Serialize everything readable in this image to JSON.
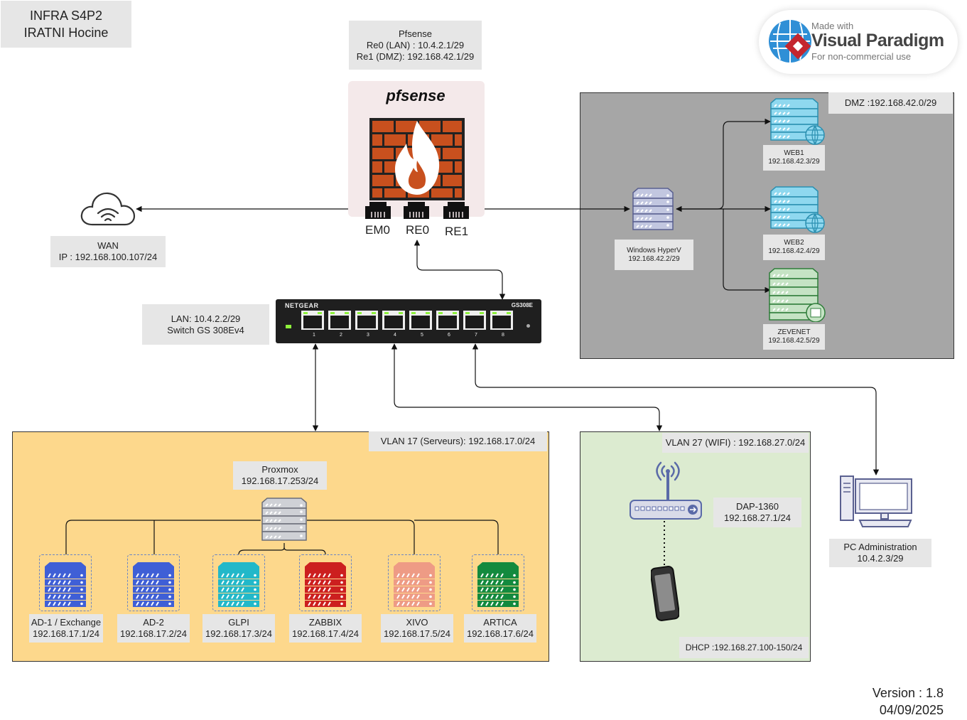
{
  "title": {
    "line1": "INFRA S4P2",
    "line2": "IRATNI Hocine"
  },
  "watermark": {
    "line1": "Made with",
    "brand": "Visual Paradigm",
    "line3": "For non-commercial use"
  },
  "pfsense": {
    "name": "Pfsense",
    "re0": "Re0 (LAN) : 10.4.2.1/29",
    "re1": "Re1 (DMZ): 192.168.42.1/29",
    "logo_text": "pfsense",
    "ports": [
      "EM0",
      "RE0",
      "RE1"
    ]
  },
  "wan": {
    "name": "WAN",
    "ip": "IP : 192.168.100.107/24"
  },
  "switch": {
    "name": "LAN: 10.4.2.2/29",
    "model": "Switch GS 308Ev4",
    "brand": "NETGEAR",
    "model_badge": "GS308E",
    "port_numbers": [
      "1",
      "2",
      "3",
      "4",
      "5",
      "6",
      "7",
      "8"
    ]
  },
  "dmz": {
    "label": "DMZ :192.168.42.0/29",
    "hyperv": {
      "name": "Windows HyperV",
      "ip": "192.168.42.2/29"
    },
    "web1": {
      "name": "WEB1",
      "ip": "192.168.42.3/29"
    },
    "web2": {
      "name": "WEB2",
      "ip": "192.168.42.4/29"
    },
    "zevenet": {
      "name": "ZEVENET",
      "ip": "192.168.42.5/29"
    }
  },
  "vlan17": {
    "label": "VLAN 17 (Serveurs): 192.168.17.0/24",
    "proxmox": {
      "name": "Proxmox",
      "ip": "192.168.17.253/24"
    },
    "servers": [
      {
        "name": "AD-1 / Exchange",
        "ip": "192.168.17.1/24",
        "color": "#3f5fd6"
      },
      {
        "name": "AD-2",
        "ip": "192.168.17.2/24",
        "color": "#3f5fd6"
      },
      {
        "name": "GLPI",
        "ip": "192.168.17.3/24",
        "color": "#22b8c9"
      },
      {
        "name": "ZABBIX",
        "ip": "192.168.17.4/24",
        "color": "#cc1f1f"
      },
      {
        "name": "XIVO",
        "ip": "192.168.17.5/24",
        "color": "#ee9b85"
      },
      {
        "name": "ARTICA",
        "ip": "192.168.17.6/24",
        "color": "#138a3e"
      }
    ]
  },
  "vlan27": {
    "label": "VLAN 27 (WIFI) : 192.168.27.0/24",
    "ap": {
      "name": "DAP-1360",
      "ip": "192.168.27.1/24"
    },
    "dhcp": "DHCP :192.168.27.100-150/24"
  },
  "admin_pc": {
    "name": "PC Administration",
    "ip": "10.4.2.3/29"
  },
  "version": {
    "line1": "Version : 1.8",
    "line2": "04/09/2025"
  },
  "colors": {
    "dmz_bg": "#a6a6a6",
    "vlan17_bg": "#fdd88c",
    "vlan27_bg": "#dcebd0",
    "label_bg": "#e6e6e6",
    "firewall_brick": "#c8501e"
  },
  "icons": [
    "cloud-icon",
    "firewall-icon",
    "rj45-port-icon",
    "network-switch-icon",
    "server-icon",
    "globe-icon",
    "wireless-router-icon",
    "smartphone-icon",
    "desktop-computer-icon"
  ]
}
